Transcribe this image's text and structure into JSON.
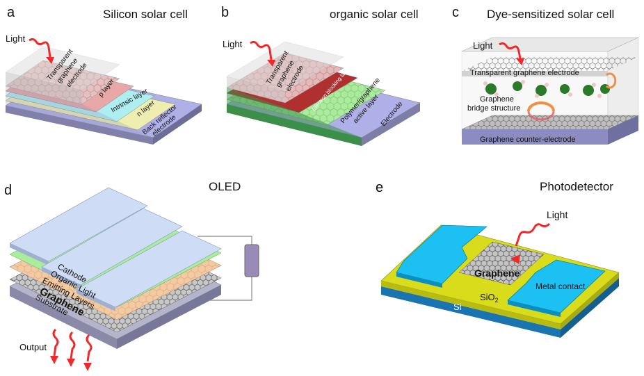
{
  "panels": {
    "a": {
      "letter": "a",
      "title": "Silicon solar cell",
      "light": "Light",
      "layers": [
        "Transparent",
        "graphene",
        "electrode",
        "p layer",
        "Intrinsic layer",
        "n layer",
        "Back reflector",
        "electrode"
      ]
    },
    "b": {
      "letter": "b",
      "title": "organic solar cell",
      "light": "Light",
      "layers": [
        "Transparent",
        "graphene",
        "electrode",
        "Electron blocking layer",
        "Polymer/graphene",
        "active layer",
        "Electrode"
      ]
    },
    "c": {
      "letter": "c",
      "title": "Dye-sensitized solar cell",
      "light": "Light",
      "top_electrode": "Transparent graphene electrode",
      "bridge1": "Graphene",
      "bridge2": "bridge structure",
      "counter": "Graphene counter-electrode"
    },
    "d": {
      "letter": "d",
      "title": "OLED",
      "layers": [
        "Cathode",
        "Organic Light",
        "Emitting Layers",
        "Graphene",
        "Substrate"
      ],
      "output": "Output"
    },
    "e": {
      "letter": "e",
      "title": "Photodetector",
      "light": "Light",
      "graphene": "Graphene",
      "contact": "Metal contact",
      "oxide": "SiO",
      "oxide_sub": "2",
      "substrate": "Si"
    }
  },
  "colors": {
    "arrow": "#f02a2a",
    "glass": "#c9c9c9",
    "pink": "#e8a8a8",
    "cyan": "#aeeef0",
    "yellow": "#eeeeb0",
    "lavender": "#b0b0e8",
    "green": "#a8ee9a",
    "darkred": "#b03030",
    "peach": "#f6caa0",
    "lightblue": "#cfdcf5",
    "contact_blue": "#1cc0f2",
    "chip_yellow": "#d8dc1a",
    "si_blue": "#1a74b0"
  }
}
